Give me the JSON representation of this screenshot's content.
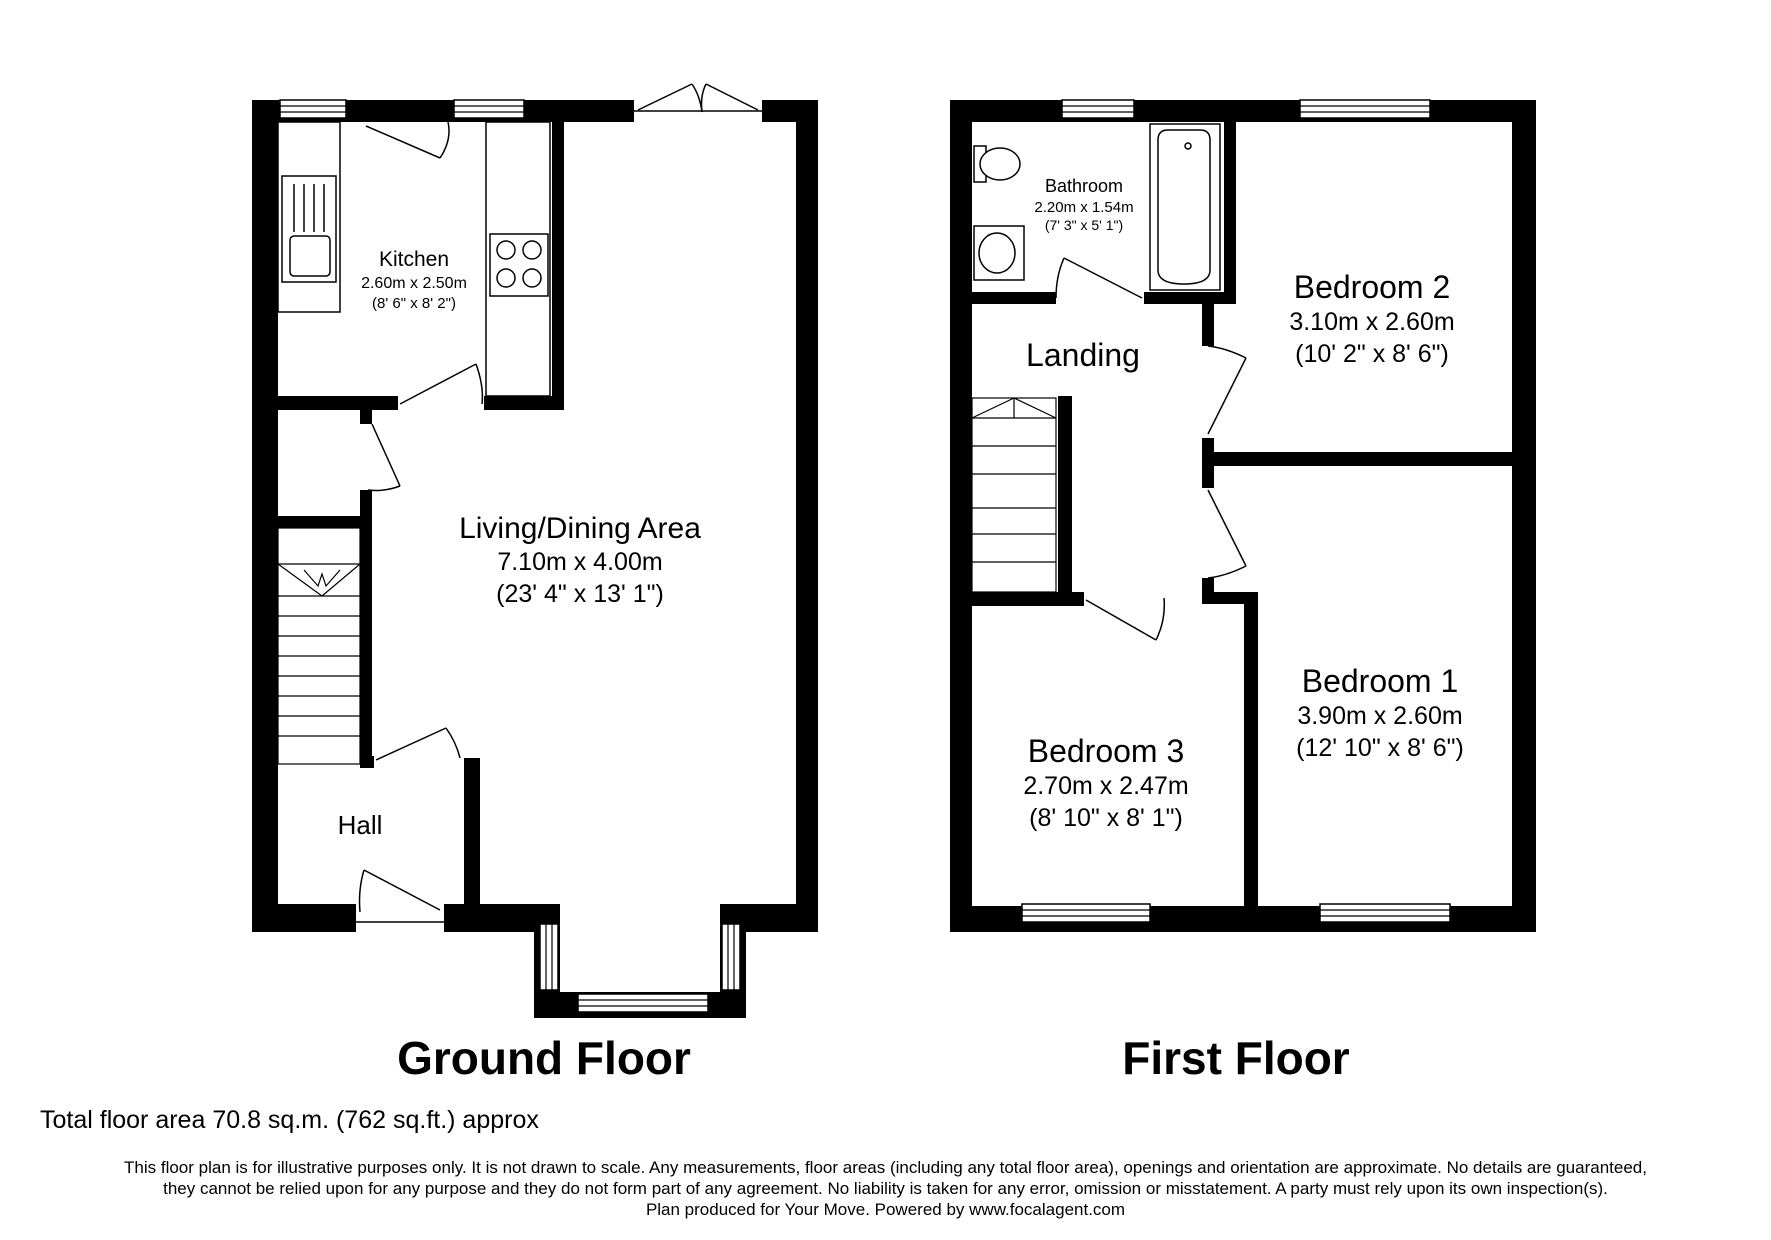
{
  "ground_floor": {
    "title": "Ground Floor",
    "rooms": {
      "kitchen": {
        "name": "Kitchen",
        "metric": "2.60m x 2.50m",
        "imperial": "(8' 6\" x 8' 2\")"
      },
      "living": {
        "name": "Living/Dining Area",
        "metric": "7.10m x 4.00m",
        "imperial": "(23' 4\" x 13' 1\")"
      },
      "hall": {
        "name": "Hall"
      }
    }
  },
  "first_floor": {
    "title": "First Floor",
    "rooms": {
      "bathroom": {
        "name": "Bathroom",
        "metric": "2.20m x 1.54m",
        "imperial": "(7' 3\" x 5' 1\")"
      },
      "landing": {
        "name": "Landing"
      },
      "bedroom2": {
        "name": "Bedroom 2",
        "metric": "3.10m x 2.60m",
        "imperial": "(10' 2\" x 8' 6\")"
      },
      "bedroom1": {
        "name": "Bedroom 1",
        "metric": "3.90m x 2.60m",
        "imperial": "(12' 10\" x 8' 6\")"
      },
      "bedroom3": {
        "name": "Bedroom 3",
        "metric": "2.70m x 2.47m",
        "imperial": "(8' 10\" x 8' 1\")"
      }
    }
  },
  "footer": {
    "total_area": "Total floor area 70.8 sq.m. (762 sq.ft.) approx",
    "disclaimer_line1": "This floor plan is for illustrative purposes only. It is not drawn to scale. Any measurements, floor areas (including any total floor area), openings and orientation are approximate. No details are guaranteed,",
    "disclaimer_line2": "they cannot be relied upon for any purpose and they do not form part of any agreement. No liability is taken for any error, omission or misstatement. A party must rely upon its own inspection(s).",
    "disclaimer_line3": "Plan produced for Your Move. Powered by www.focalagent.com"
  }
}
